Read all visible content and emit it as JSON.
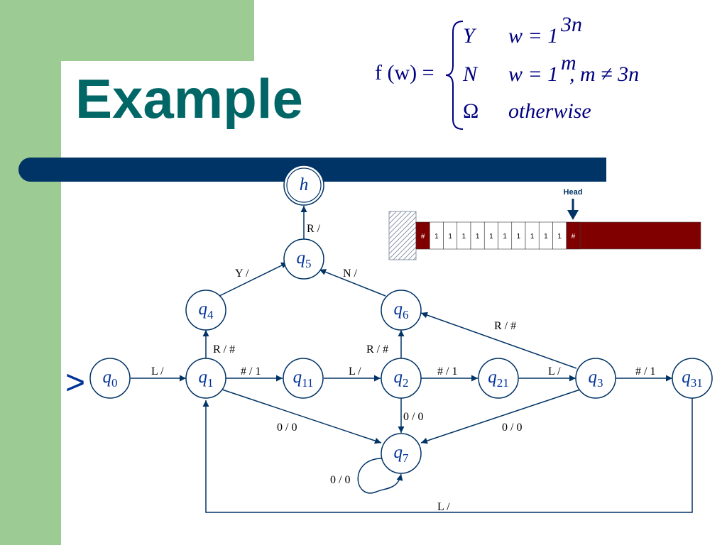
{
  "slide": {
    "title": "Example",
    "colors": {
      "title": "#006666",
      "green": "#9ccc94",
      "navy": "#003366",
      "state": "#003399",
      "tape": "#800000"
    }
  },
  "formula": {
    "lhs": "f (w) =",
    "cases": [
      {
        "result": "Y",
        "condition": "w = 1",
        "sup": "3n",
        "suffix": ""
      },
      {
        "result": "N",
        "condition": "w = 1",
        "sup": "m",
        "suffix": ", m ≠ 3n"
      },
      {
        "result": "Ω",
        "condition": "otherwise",
        "sup": "",
        "suffix": ""
      }
    ]
  },
  "tape": {
    "head_label": "Head",
    "cells": [
      "#",
      "1",
      "1",
      "1",
      "1",
      "1",
      "1",
      "1",
      "1",
      "1",
      "1",
      "#"
    ],
    "head_index": 11
  },
  "diagram": {
    "start_marker": ">",
    "states": [
      {
        "id": "h",
        "name": "h",
        "sub": ""
      },
      {
        "id": "q5",
        "name": "q",
        "sub": "5"
      },
      {
        "id": "q4",
        "name": "q",
        "sub": "4"
      },
      {
        "id": "q6",
        "name": "q",
        "sub": "6"
      },
      {
        "id": "q0",
        "name": "q",
        "sub": "0"
      },
      {
        "id": "q1",
        "name": "q",
        "sub": "1"
      },
      {
        "id": "q11",
        "name": "q",
        "sub": "11"
      },
      {
        "id": "q2",
        "name": "q",
        "sub": "2"
      },
      {
        "id": "q21",
        "name": "q",
        "sub": "21"
      },
      {
        "id": "q3",
        "name": "q",
        "sub": "3"
      },
      {
        "id": "q31",
        "name": "q",
        "sub": "31"
      },
      {
        "id": "q7",
        "name": "q",
        "sub": "7"
      }
    ],
    "transitions": [
      {
        "from": "q5",
        "to": "h",
        "label": "R /"
      },
      {
        "from": "q4",
        "to": "q5",
        "label": "Y /"
      },
      {
        "from": "q6",
        "to": "q5",
        "label": "N /"
      },
      {
        "from": "q0",
        "to": "q1",
        "label": "L /"
      },
      {
        "from": "q1",
        "to": "q4",
        "label": "R / #"
      },
      {
        "from": "q1",
        "to": "q11",
        "label": "# / 1"
      },
      {
        "from": "q11",
        "to": "q2",
        "label": "L /"
      },
      {
        "from": "q2",
        "to": "q6",
        "label": "R / #"
      },
      {
        "from": "q2",
        "to": "q21",
        "label": "# / 1"
      },
      {
        "from": "q21",
        "to": "q3",
        "label": "L /"
      },
      {
        "from": "q3",
        "to": "q6",
        "label": "R / #"
      },
      {
        "from": "q3",
        "to": "q31",
        "label": "# / 1"
      },
      {
        "from": "q1",
        "to": "q7",
        "label": "0 / 0"
      },
      {
        "from": "q2",
        "to": "q7",
        "label": "0 / 0"
      },
      {
        "from": "q3",
        "to": "q7",
        "label": "0 / 0"
      },
      {
        "from": "q7",
        "to": "q7",
        "label": "0 / 0"
      },
      {
        "from": "q31",
        "to": "q1",
        "label": "L /"
      }
    ]
  }
}
